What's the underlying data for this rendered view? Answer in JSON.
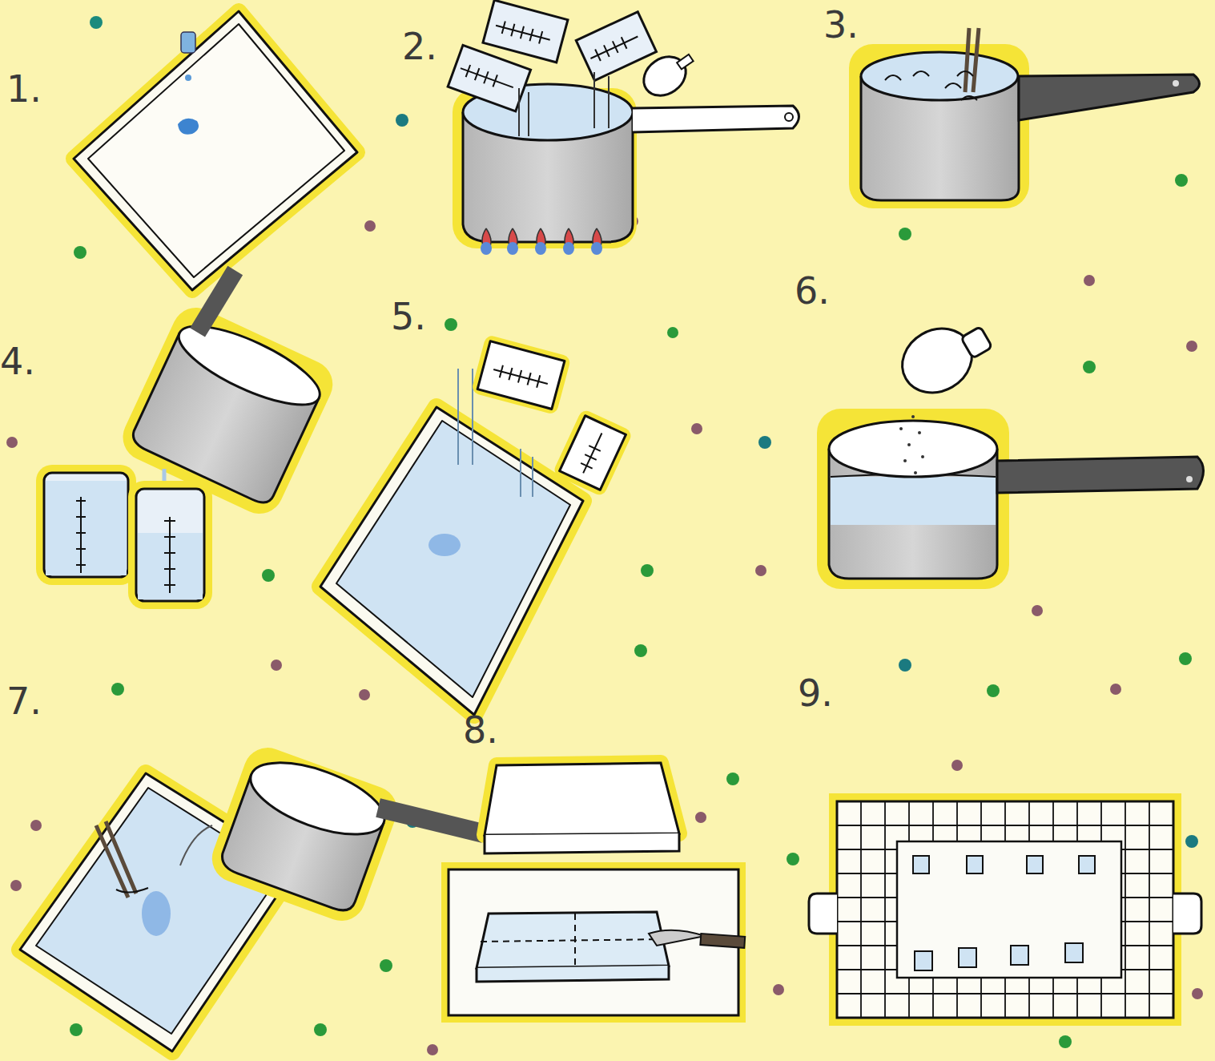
{
  "diagram": {
    "labels": [
      "1.",
      "2.",
      "3.",
      "4.",
      "5.",
      "6.",
      "7.",
      "8.",
      "9."
    ]
  }
}
